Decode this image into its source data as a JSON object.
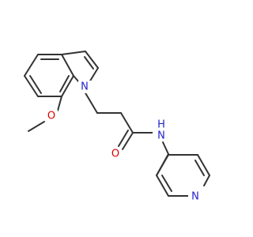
{
  "molecule": {
    "atoms": {
      "indole_n": "N",
      "methoxy_o": "O",
      "amide_o": "O",
      "amide_n": "N",
      "amide_h": "H",
      "pyridine_n": "N"
    }
  },
  "colors": {
    "bond": "#333333",
    "nitrogen": "#2222cc",
    "oxygen": "#dd0000"
  }
}
